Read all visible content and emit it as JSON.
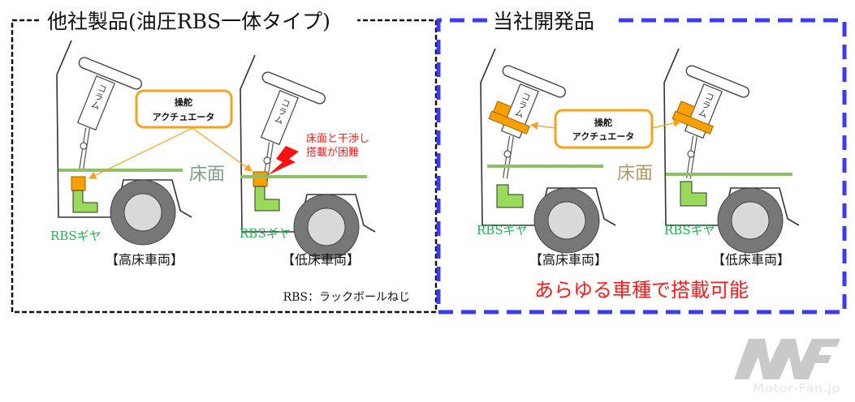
{
  "left_panel": {
    "title": "他社製品(油圧RBS一体タイプ)",
    "callout_line1": "操舵",
    "callout_line2": "アクチュエータ",
    "column_label": "コラム",
    "floor_label": "床面",
    "gear_label": "RBSギヤ",
    "warning_line1": "床面と干渉し",
    "warning_line2": "搭載が困難",
    "vehicle_high": "【高床車両】",
    "vehicle_low": "【低床車両】",
    "footnote": "RBS：ラックボールねじ"
  },
  "right_panel": {
    "title": "当社開発品",
    "callout_line1": "操舵",
    "callout_line2": "アクチュエータ",
    "column_label": "コラム",
    "floor_label": "床面",
    "gear_label": "RBSギヤ",
    "vehicle_high": "【高床車両】",
    "vehicle_low": "【低床車両】",
    "conclusion": "あらゆる車種で搭載可能"
  },
  "watermark": {
    "logo_text": "MF",
    "site": "Motor-Fan.jp"
  },
  "colors": {
    "left_border": "#111111",
    "right_border": "#3b3bf5",
    "actuator": "#f7a000",
    "gear": "#9ada5a",
    "floor": "#8cc265",
    "gear_text": "#22b450",
    "warning": "#ff1a1a"
  }
}
